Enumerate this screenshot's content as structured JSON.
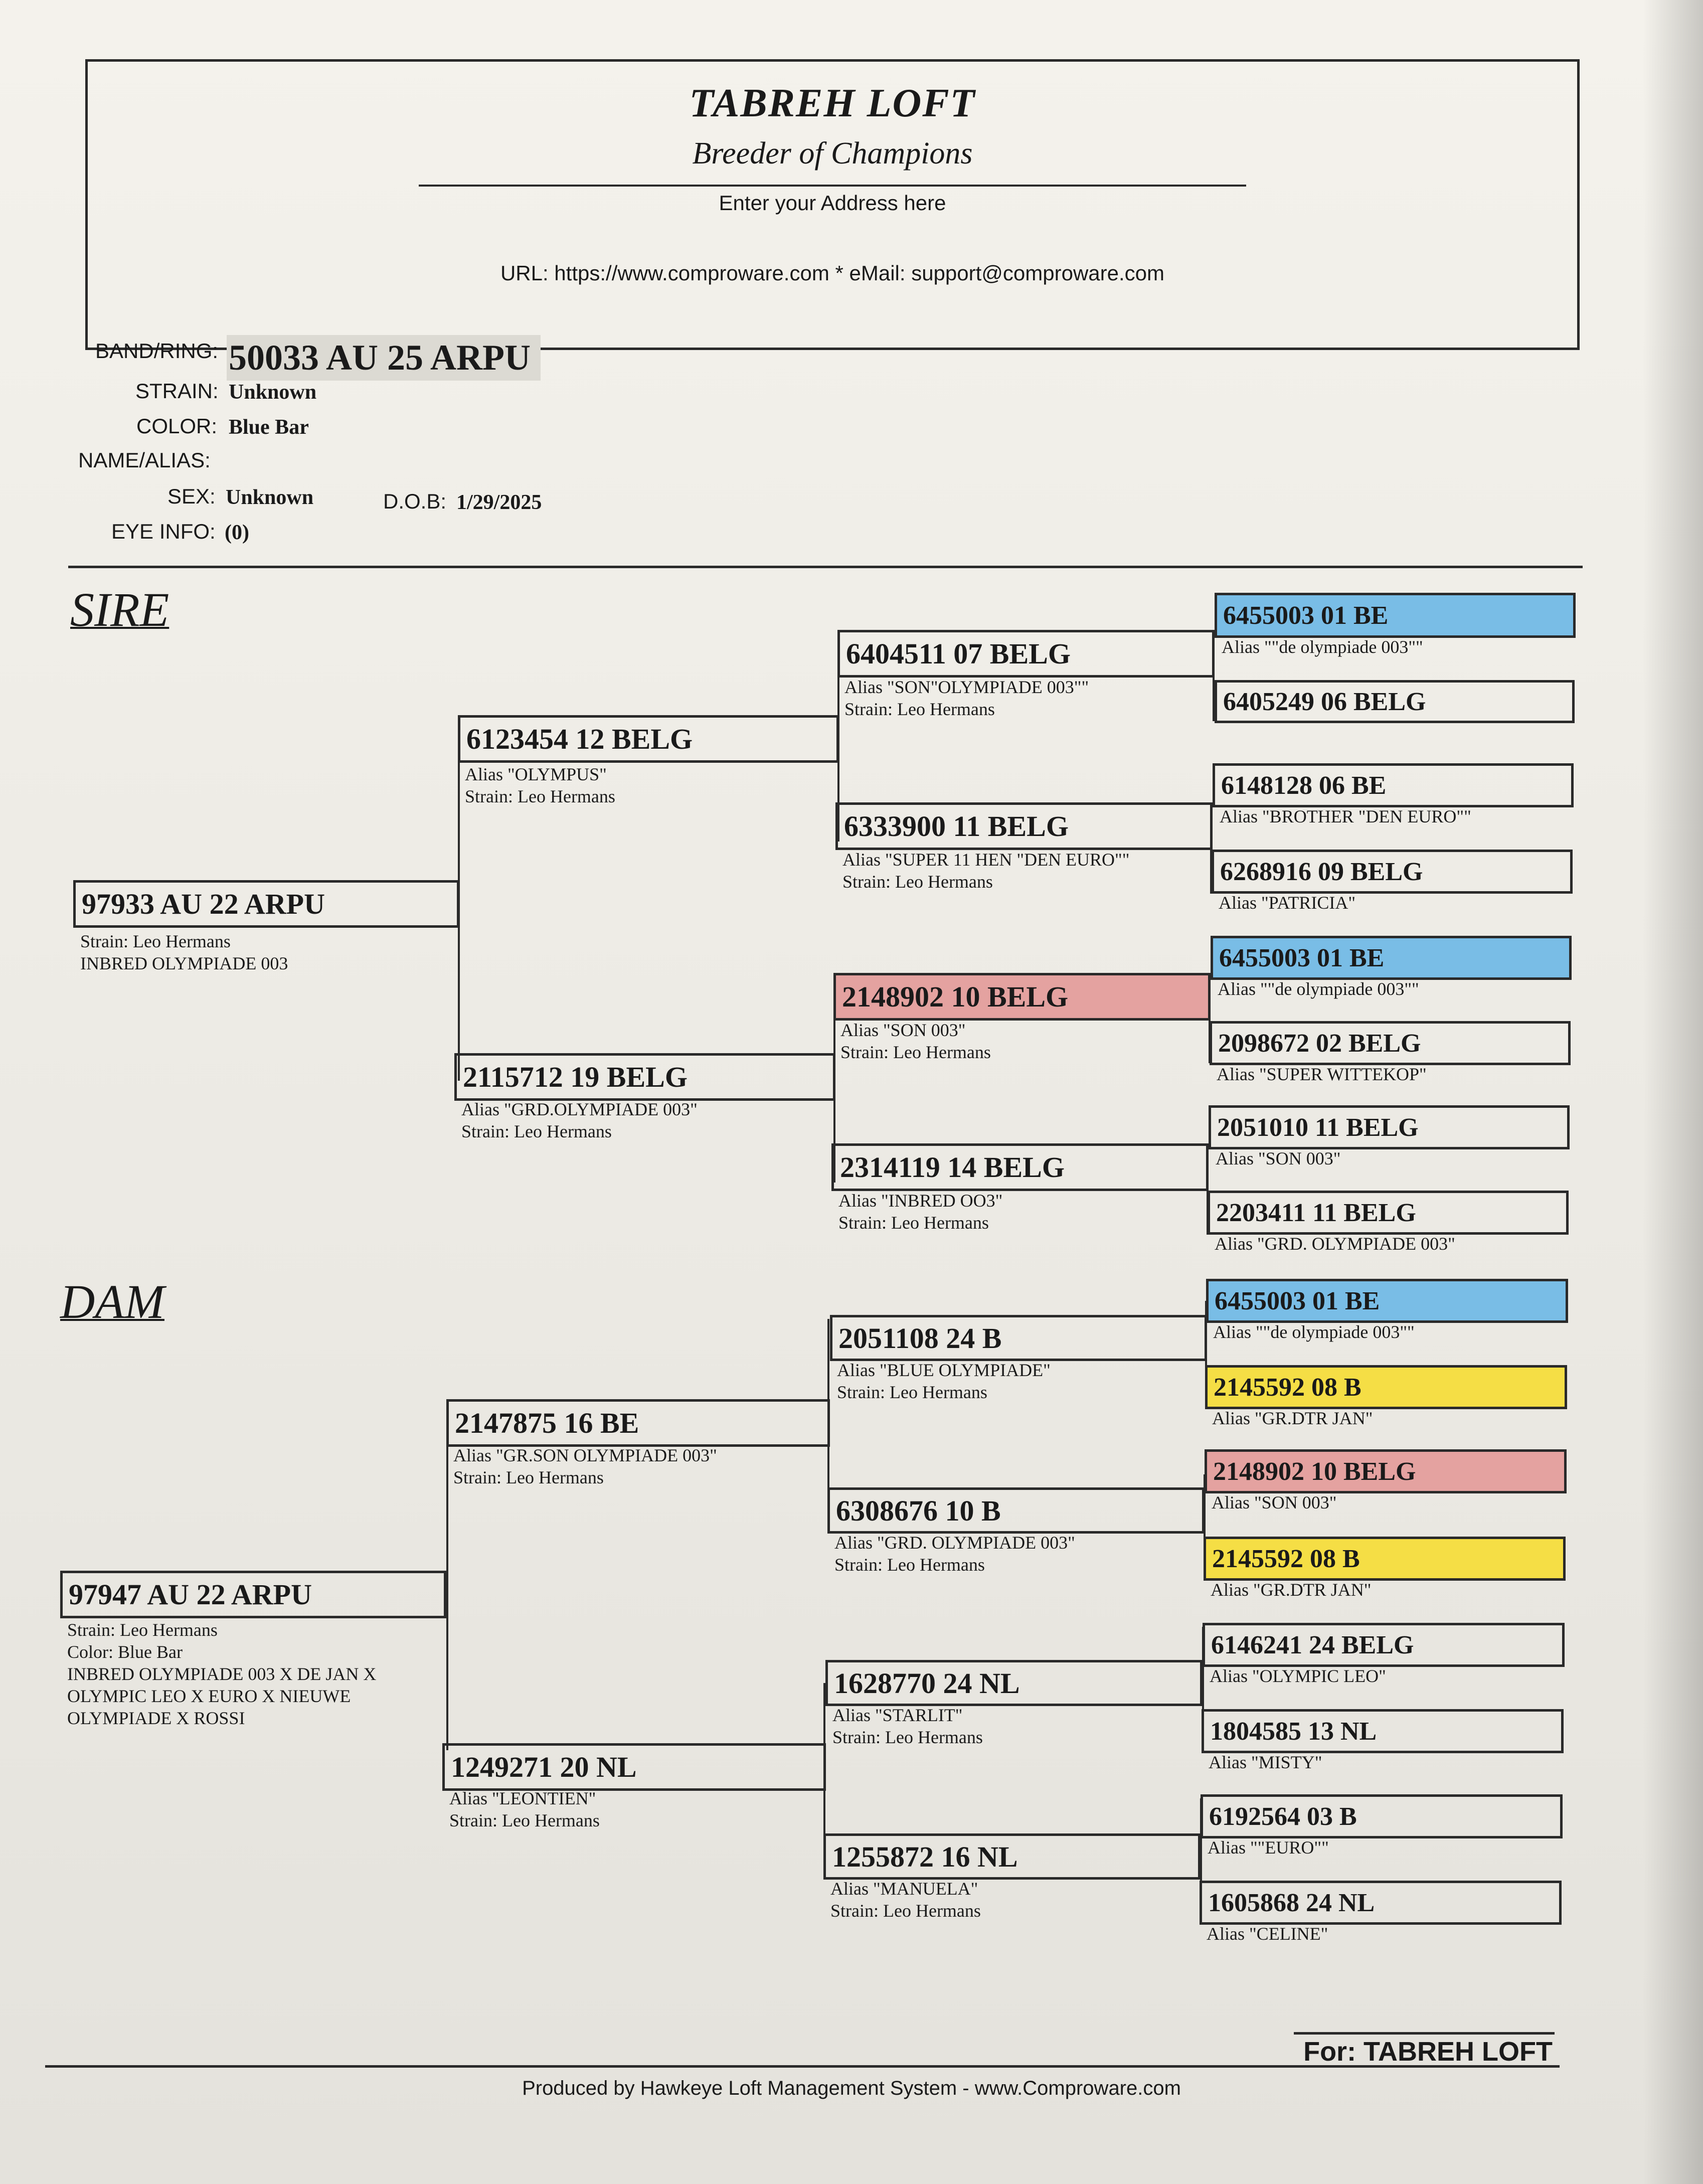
{
  "header": {
    "loft_name": "TABREH LOFT",
    "tagline": "Breeder of Champions",
    "address": "Enter your Address here",
    "contact": "URL: https://www.comproware.com * eMail: support@comproware.com"
  },
  "bird": {
    "band_label": "BAND/RING:",
    "band": "50033 AU 25 ARPU",
    "strain_label": "STRAIN:",
    "strain": "Unknown",
    "color_label": "COLOR:",
    "color": "Blue Bar",
    "name_label": "NAME/ALIAS:",
    "name": "",
    "sex_label": "SEX:",
    "sex": "Unknown",
    "dob_label": "D.O.B:",
    "dob": "1/29/2025",
    "eye_label": "EYE INFO:",
    "eye": "(0)"
  },
  "sections": {
    "sire": "SIRE",
    "dam": "DAM"
  },
  "pedigree": {
    "sire": {
      "band": "97933 AU 22 ARPU",
      "notes": [
        "Strain: Leo Hermans",
        "INBRED OLYMPIADE 003"
      ]
    },
    "sire_sire": {
      "band": "6123454 12 BELG",
      "notes": [
        "Alias \"OLYMPUS\"",
        "Strain: Leo Hermans"
      ]
    },
    "sire_dam": {
      "band": "2115712 19 BELG",
      "notes": [
        "Alias \"GRD.OLYMPIADE 003\"",
        "Strain: Leo Hermans"
      ]
    },
    "ss_sire": {
      "band": "6404511 07 BELG",
      "notes": [
        "Alias \"SON\"OLYMPIADE 003\"\"",
        "Strain: Leo Hermans"
      ]
    },
    "ss_dam": {
      "band": "6333900 11 BELG",
      "notes": [
        "Alias \"SUPER 11 HEN \"DEN EURO\"\"",
        "Strain: Leo Hermans"
      ]
    },
    "sd_sire": {
      "band": "2148902 10 BELG",
      "notes": [
        "Alias \"SON 003\"",
        "Strain: Leo Hermans"
      ]
    },
    "sd_dam": {
      "band": "2314119 14 BELG",
      "notes": [
        "Alias \"INBRED OO3\"",
        "Strain: Leo Hermans"
      ]
    },
    "sss_sire": {
      "band": "6455003 01 BE",
      "notes": [
        "Alias \"\"de olympiade 003\"\""
      ]
    },
    "sss_dam": {
      "band": "6405249 06 BELG",
      "notes": []
    },
    "ssd_sire": {
      "band": "6148128 06 BE",
      "notes": [
        "Alias \"BROTHER \"DEN EURO\"\""
      ]
    },
    "ssd_dam": {
      "band": "6268916 09 BELG",
      "notes": [
        "Alias \"PATRICIA\""
      ]
    },
    "sds_sire": {
      "band": "6455003 01 BE",
      "notes": [
        "Alias \"\"de olympiade 003\"\""
      ]
    },
    "sds_dam": {
      "band": "2098672 02 BELG",
      "notes": [
        "Alias \"SUPER WITTEKOP\""
      ]
    },
    "sdd_sire": {
      "band": "2051010 11 BELG",
      "notes": [
        "Alias \"SON 003\""
      ]
    },
    "sdd_dam": {
      "band": "2203411 11 BELG",
      "notes": [
        "Alias \"GRD. OLYMPIADE 003\""
      ]
    },
    "dam": {
      "band": "97947 AU 22 ARPU",
      "notes": [
        "Strain: Leo Hermans",
        "Color: Blue Bar",
        "INBRED OLYMPIADE 003 X DE JAN X",
        "OLYMPIC LEO X EURO X NIEUWE",
        "OLYMPIADE X ROSSI"
      ]
    },
    "dam_sire": {
      "band": "2147875 16 BE",
      "notes": [
        "Alias \"GR.SON OLYMPIADE 003\"",
        "Strain: Leo Hermans"
      ]
    },
    "dam_dam": {
      "band": "1249271 20 NL",
      "notes": [
        "Alias \"LEONTIEN\"",
        "Strain: Leo Hermans"
      ]
    },
    "ds_sire": {
      "band": "2051108 24 B",
      "notes": [
        "Alias \"BLUE OLYMPIADE\"",
        "Strain: Leo Hermans"
      ]
    },
    "ds_dam": {
      "band": "6308676 10 B",
      "notes": [
        "Alias \"GRD. OLYMPIADE 003\"",
        "Strain: Leo Hermans"
      ]
    },
    "dd_sire": {
      "band": "1628770 24 NL",
      "notes": [
        "Alias \"STARLIT\"",
        "Strain: Leo Hermans"
      ]
    },
    "dd_dam": {
      "band": "1255872 16 NL",
      "notes": [
        "Alias \"MANUELA\"",
        "Strain: Leo Hermans"
      ]
    },
    "dss_sire": {
      "band": "6455003 01 BE",
      "notes": [
        "Alias \"\"de olympiade 003\"\""
      ]
    },
    "dss_dam": {
      "band": "2145592 08 B",
      "notes": [
        "Alias \"GR.DTR JAN\""
      ]
    },
    "dsd_sire": {
      "band": "2148902 10 BELG",
      "notes": [
        "Alias \"SON 003\""
      ]
    },
    "dsd_dam": {
      "band": "2145592 08 B",
      "notes": [
        "Alias \"GR.DTR JAN\""
      ]
    },
    "dds_sire": {
      "band": "6146241 24 BELG",
      "notes": [
        "Alias \"OLYMPIC LEO\""
      ]
    },
    "dds_dam": {
      "band": "1804585 13 NL",
      "notes": [
        "Alias \"MISTY\""
      ]
    },
    "ddd_sire": {
      "band": "6192564 03 B",
      "notes": [
        "Alias \"\"EURO\"\""
      ]
    },
    "ddd_dam": {
      "band": "1605868 24 NL",
      "notes": [
        "Alias \"CELINE\""
      ]
    }
  },
  "highlight_colors": {
    "blue": "#79bde6",
    "red": "#e4a2a0",
    "yellow": "#f5de45"
  },
  "footer": {
    "for": "For: TABREH LOFT",
    "produced": "Produced by Hawkeye Loft Management System - www.Comproware.com"
  }
}
